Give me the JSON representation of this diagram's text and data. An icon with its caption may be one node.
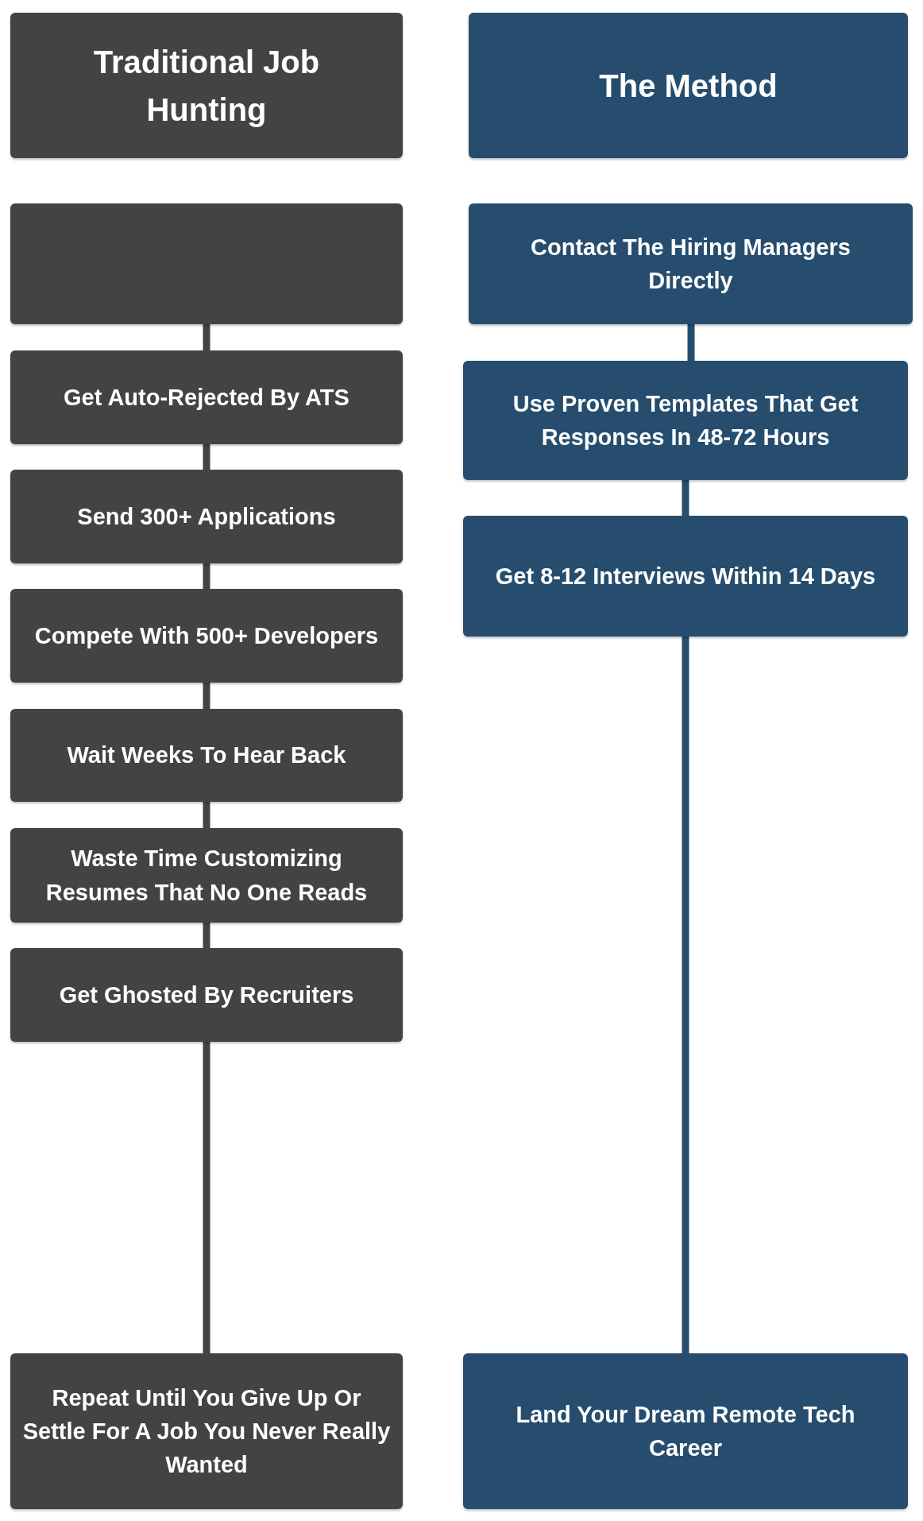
{
  "diagram": {
    "nodes": [
      {
        "text": [
          "Traditional Job Hunting"
        ]
      },
      {
        "text": [
          "The Method"
        ]
      },
      {
        "text": [],
        "shape": "box"
      },
      {
        "text": [
          "Get Auto-Rejected By ATS"
        ]
      },
      {
        "text": [
          "Send 300+ Applications"
        ]
      },
      {
        "text": [
          "Compete With 500+ Developers"
        ]
      },
      {
        "text": [
          "Wait Weeks To Hear Back"
        ]
      },
      {
        "text": [
          "Waste Time Customizing Resumes That No One Reads"
        ]
      },
      {
        "text": [
          "Get Ghosted By Recruiters"
        ]
      },
      {
        "text": [
          "Repeat Until You Give Up Or Settle For A Job You Never Really Wanted"
        ]
      },
      {
        "text": [
          "Contact The Hiring Managers Directly"
        ]
      },
      {
        "text": [
          "Use Proven Templates That Get Responses In 48-72 Hours"
        ]
      },
      {
        "text": [
          "Get 8-12 Interviews Within 14 Days"
        ]
      },
      {
        "text": [
          "Land Your Dream Remote Tech Career"
        ]
      }
    ],
    "edges": [
      {
        "from": 2,
        "to": 3,
        "arrow": "none"
      },
      {
        "from": 3,
        "to": 4,
        "arrow": "none"
      },
      {
        "from": 4,
        "to": 5,
        "arrow": "none"
      },
      {
        "from": 5,
        "to": 6,
        "arrow": "none"
      },
      {
        "from": 6,
        "to": 7,
        "arrow": "none"
      },
      {
        "from": 7,
        "to": 8,
        "arrow": "none"
      },
      {
        "from": 8,
        "to": 9,
        "arrow": "none"
      },
      {
        "from": 10,
        "to": 11,
        "arrow": "none",
        "color": "#264d6e"
      },
      {
        "from": 11,
        "to": 12,
        "arrow": "none",
        "color": "#264d6e"
      },
      {
        "from": 12,
        "to": 13,
        "arrow": "none",
        "color": "#264d6e"
      }
    ]
  }
}
